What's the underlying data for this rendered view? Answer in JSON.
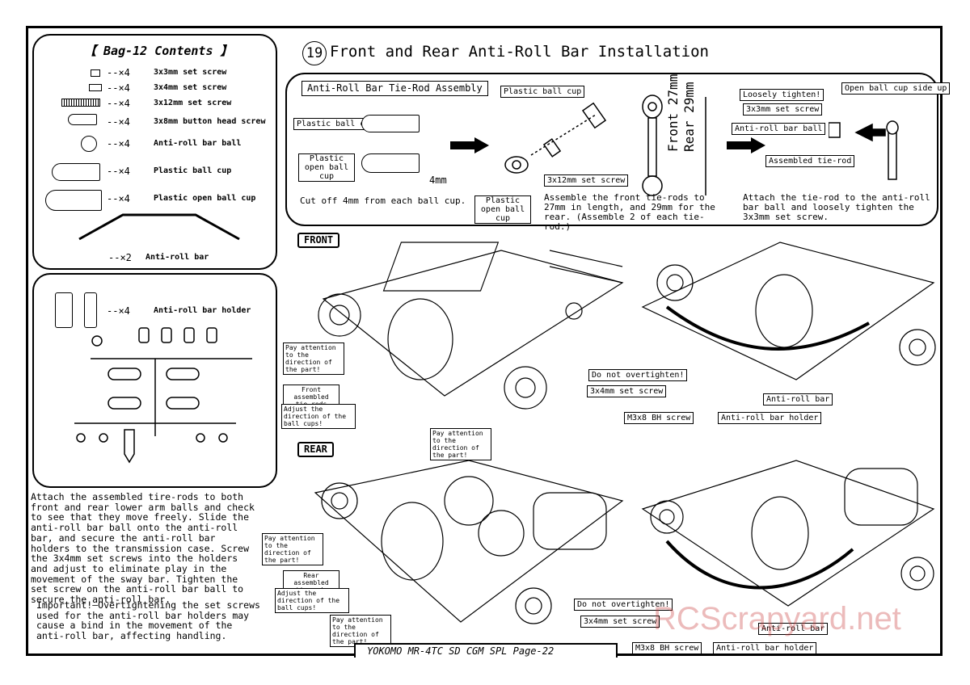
{
  "bag": {
    "title": "【 Bag-12 Contents 】",
    "items": [
      {
        "qty": "--×4",
        "name": "3x3mm set screw"
      },
      {
        "qty": "--×4",
        "name": "3x4mm set screw"
      },
      {
        "qty": "--×4",
        "name": "3x12mm set screw"
      },
      {
        "qty": "--×4",
        "name": "3x8mm button head screw"
      },
      {
        "qty": "--×4",
        "name": "Anti-roll bar ball"
      },
      {
        "qty": "--×4",
        "name": "Plastic ball cup"
      },
      {
        "qty": "--×4",
        "name": "Plastic open ball cup"
      }
    ],
    "bar": {
      "qty": "--×2",
      "name": "Anti-roll bar"
    },
    "holder": {
      "qty": "--×4",
      "name": "Anti-roll bar holder"
    }
  },
  "step": {
    "number": "19",
    "title": "Front and Rear Anti-Roll Bar Installation"
  },
  "tierod": {
    "header": "Anti-Roll Bar Tie-Rod Assembly",
    "plastic_ball_cup": "Plastic ball cup",
    "plastic_open_ball_cup": "Plastic open ball cup",
    "cut_dim": "4mm",
    "cut_text": "Cut off 4mm from each ball cup.",
    "plastic_ball_cup_2": "Plastic ball cup",
    "screw_3x12": "3x12mm set screw",
    "plastic_open_ball_cup_2": "Plastic open ball cup",
    "assemble_text": "Assemble the front tie-rods to 27mm in length, and 29mm for the rear. (Assemble 2 of each tie-rod.)",
    "front_len": "Front 27mm",
    "rear_len": "Rear 29mm",
    "loosely": "Loosely tighten!",
    "screw_3x3": "3x3mm set screw",
    "arb_ball": "Anti-roll bar ball",
    "open_side_up": "Open ball cup side up",
    "assembled_tierod": "Assembled tie-rod",
    "attach_text": "Attach the tie-rod to the anti-roll bar ball and loosely tighten the 3x3mm set screw."
  },
  "front": {
    "tag": "FRONT",
    "pay1": "Pay attention to the direction of the part!",
    "front_assembled": "Front assembled tie-rods",
    "adjust": "Adjust the direction of the ball cups!",
    "pay2": "Pay attention to the direction of the part!",
    "no_over": "Do not overtighten!",
    "screw_3x4": "3x4mm set screw",
    "arb": "Anti-roll bar",
    "m3x8": "M3x8 BH screw",
    "holder": "Anti-roll bar holder"
  },
  "rear": {
    "tag": "REAR",
    "pay1": "Pay attention to the direction of the part!",
    "rear_assembled": "Rear assembled tie-rods",
    "adjust": "Adjust the direction of the ball cups!",
    "pay2": "Pay attention to the direction of the part!",
    "no_over": "Do not overtighten!",
    "screw_3x4": "3x4mm set screw",
    "arb": "Anti-roll bar",
    "m3x8": "M3x8 BH screw",
    "holder": "Anti-roll bar holder"
  },
  "instructions": "Attach the assembled tire-rods to both front and rear lower arm balls and check to see that they move freely.  Slide the anti-roll bar ball onto the anti-roll bar, and secure the anti-roll bar holders to the transmission case.  Screw the 3x4mm set screws into the holders and adjust to eliminate play in the movement of the sway bar. Tighten the set screw on the anti-roll bar ball to secure the anti-roll bar.",
  "important": "Important!—Overtightening the set screws used for the anti-roll bar holders may cause a bind in the movement of the anti-roll bar, affecting handling.",
  "footer": "YOKOMO MR-4TC SD CGM SPL    Page-22",
  "watermark": "RCScrapyard.net"
}
